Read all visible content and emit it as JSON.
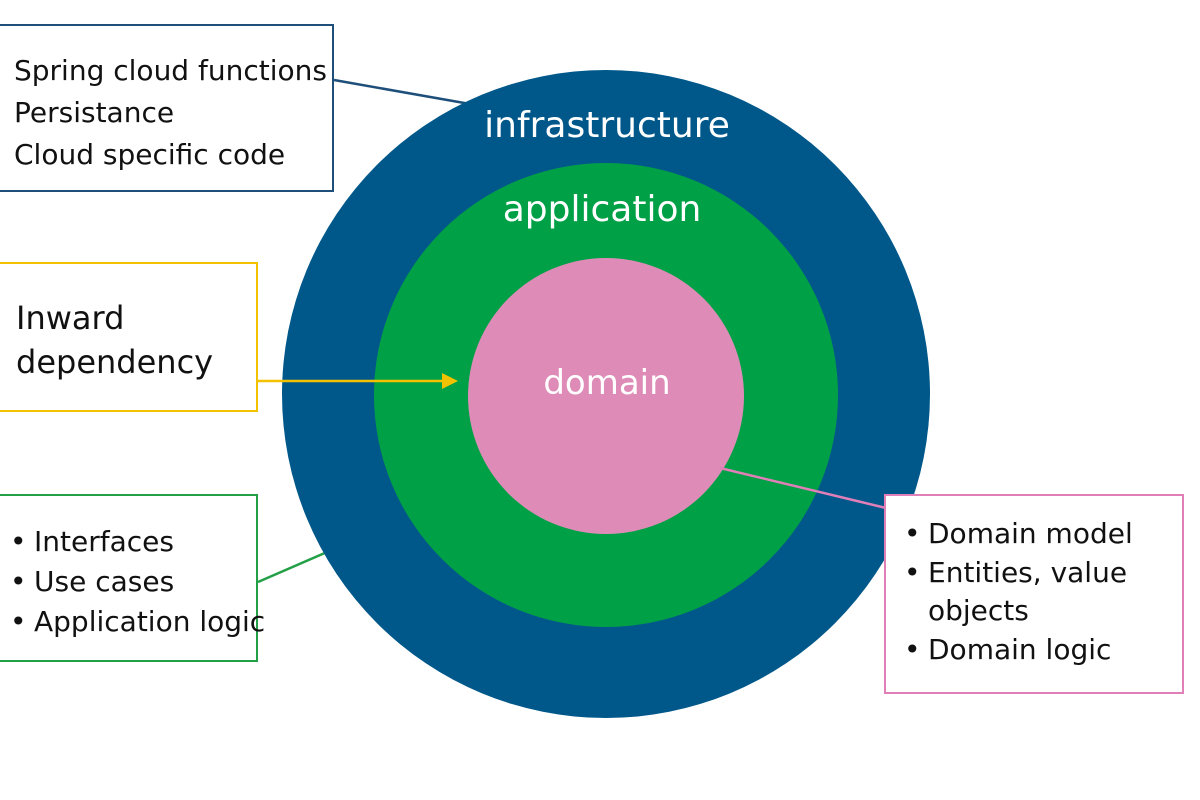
{
  "rings": {
    "infrastructure": {
      "label": "infrastructure",
      "color": "#00588a"
    },
    "application": {
      "label": "application",
      "color": "#00a046"
    },
    "domain": {
      "label": "domain",
      "color": "#de8cb7"
    }
  },
  "callouts": {
    "infrastructure_box": {
      "border_color": "#1e4f7a",
      "lines": [
        "Spring cloud functions",
        "Persistance",
        "Cloud specific code"
      ]
    },
    "dependency_box": {
      "border_color": "#f2c200",
      "title": "Inward dependency",
      "arrow_color": "#f2c200"
    },
    "application_box": {
      "border_color": "#23a046",
      "items": [
        "Interfaces",
        "Use cases",
        "Application logic"
      ]
    },
    "domain_box": {
      "border_color": "#e07fb8",
      "items": [
        "Domain model",
        "Entities, value objects",
        "Domain logic"
      ]
    }
  }
}
